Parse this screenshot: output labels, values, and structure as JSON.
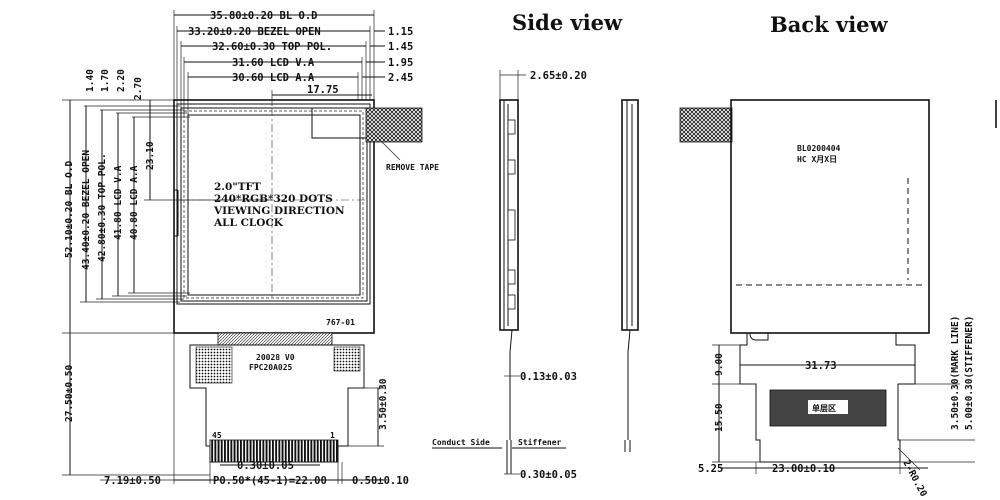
{
  "views": {
    "side_title": "Side view",
    "back_title": "Back view"
  },
  "top_dims": [
    {
      "label": "35.80±0.20 BL O.D",
      "right": "1.15"
    },
    {
      "label": "33.20±0.20 BEZEL OPEN",
      "right": "1.45"
    },
    {
      "label": "32.60±0.30 TOP POL.",
      "right": "1.95"
    },
    {
      "label": "31.60 LCD V.A",
      "right": "2.45"
    },
    {
      "label": "30.60 LCD A.A",
      "right": ""
    }
  ],
  "dim_1775": "17.75",
  "left_small_dims": [
    "1.40",
    "1.70",
    "2.20",
    "2.70"
  ],
  "vertical_dims": [
    "52.10±0.20 BL O.D",
    "43.40±0.20 BEZEL OPEN",
    "42.80±0.30 TOP POL.",
    "41.80 LCD V.A",
    "40.80 LCD A.A"
  ],
  "dim_2310": "23.10",
  "dim_2750": "27.50±0.50",
  "lcd_text": [
    "2.0\"TFT",
    "240*RGB*320 DOTS",
    "VIEWING DIRECTION",
    "ALL CLOCK"
  ],
  "remove_tape": "REMOVE TAPE",
  "mark_code": "767-01",
  "fpc_text": [
    "20028 V0",
    "FPC20A025"
  ],
  "pin_labels": {
    "first": "45",
    "last": "1"
  },
  "bottom_dims": {
    "pitch_width": "0.30±0.05",
    "left_offset": "7.19±0.50",
    "pitch_total": "P0.50*(45-1)=22.00",
    "right_offset": "0.50±0.10",
    "fpc_tail": "3.50±0.30"
  },
  "side": {
    "thickness": "2.65±0.20",
    "fpc_thick": "0.13±0.03",
    "stiff_thick": "0.30±0.05",
    "conduct_side": "Conduct Side",
    "stiffener": "Stiffener"
  },
  "back": {
    "part_no": "BL0200404",
    "date_code": "HC X月X日",
    "stiff_label": "单层区",
    "dim_3173": "31.73",
    "dim_900": "9.00",
    "dim_1550": "15.50",
    "dim_525": "5.25",
    "dim_2300": "23.00±0.10",
    "dim_radius": "2-R0.20",
    "mark_line": "3.50±0.30(MARK LINE)",
    "stiffener_dim": "5.00±0.30(STIFFENER)"
  }
}
